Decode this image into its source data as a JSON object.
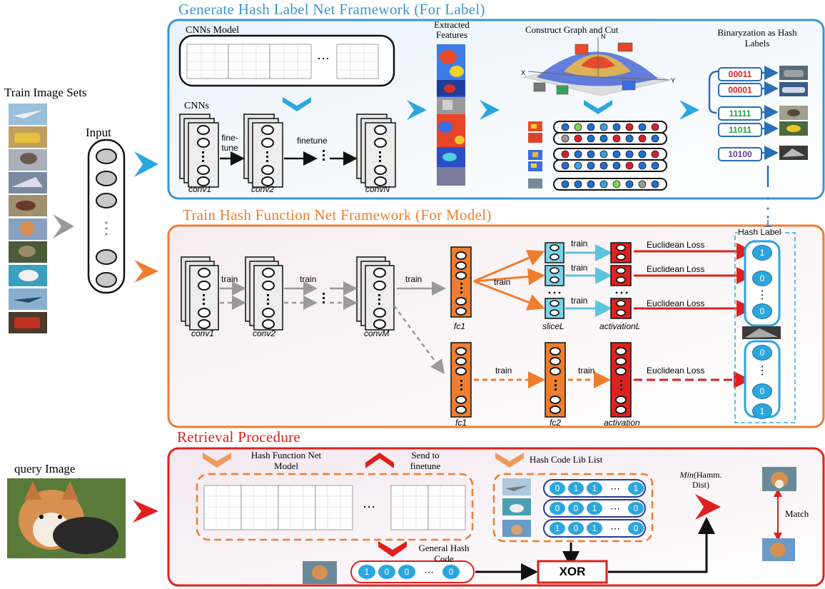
{
  "sections": {
    "generate": {
      "title": "Generate Hash Label Net Framework (For Label)",
      "color": "#3a96d2"
    },
    "train": {
      "title": "Train Hash Function Net Framework (For Model)",
      "color": "#ee7d2f"
    },
    "retrieval": {
      "title": "Retrieval Procedure",
      "color": "#e0201e"
    }
  },
  "left": {
    "train_sets": "Train Image Sets",
    "input": "Input",
    "query": "query Image"
  },
  "generate": {
    "cnns_model": "CNNs Model",
    "cnns": "CNNs",
    "extracted_features": "Extracted Features",
    "construct_graph": "Construct Graph and Cut",
    "binaryzation": "Binaryzation as Hash Labels",
    "finetune_short": "fine-tune",
    "finetune": "finetune",
    "conv1": "conv1",
    "conv2": "conv2",
    "convN": "convN",
    "ellipsis": "⋯",
    "axes": {
      "x": "X",
      "y": "Y",
      "n": "N"
    },
    "hash_codes": [
      {
        "code": "00011",
        "color": "#e0201e"
      },
      {
        "code": "00001",
        "color": "#e0201e"
      },
      {
        "code": "11111",
        "color": "#2aa040"
      },
      {
        "code": "11011",
        "color": "#2aa040"
      },
      {
        "code": "10100",
        "color": "#6a3a9a"
      }
    ]
  },
  "train": {
    "train": "train",
    "conv1": "conv1",
    "conv2": "conv2",
    "convM": "convM",
    "fc1": "fc1",
    "fc2": "fc2",
    "sliceL": "sliceL",
    "activationL": "activationL",
    "activation": "activation",
    "loss": "Euclidean Loss",
    "hash_label": "Hash Label",
    "bits_top": [
      "1",
      "0",
      "⋮",
      "0"
    ],
    "bits_bottom": [
      "0",
      "⋮",
      "0",
      "1"
    ]
  },
  "retrieval": {
    "hash_fn_model": "Hash Function Net Model",
    "send_finetune": "Send to finetune",
    "code_lib": "Hash Code Lib List",
    "general_code": "General Hash Code",
    "min_dist_1": "Min",
    "min_dist_2": "(Hamm.",
    "min_dist_3": "Dist)",
    "match": "Match",
    "xor": "XOR",
    "ellipsis": "⋯",
    "lib_codes": [
      [
        "0",
        "1",
        "1",
        "⋯",
        "1"
      ],
      [
        "0",
        "0",
        "1",
        "⋯",
        "0"
      ],
      [
        "1",
        "0",
        "1",
        "⋯",
        "0"
      ]
    ],
    "general_bits": [
      "1",
      "0",
      "0",
      "⋯",
      "0"
    ]
  }
}
